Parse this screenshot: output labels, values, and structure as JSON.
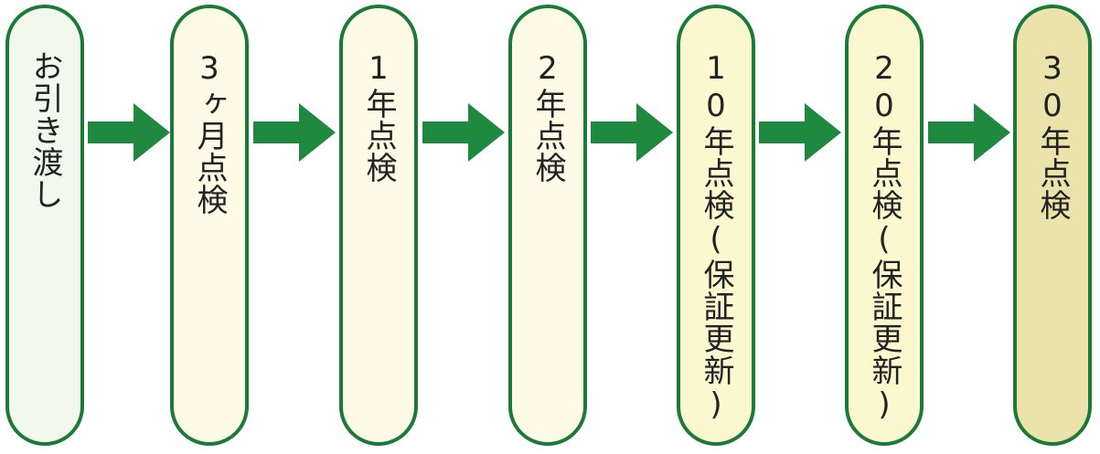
{
  "stages": [
    {
      "label": "お引き渡し",
      "fill": "#f3f8ec"
    },
    {
      "label": "3ヶ月点検",
      "fill": "#fdfbe6"
    },
    {
      "label": "1年点検",
      "fill": "#fdfbe6"
    },
    {
      "label": "2年点検",
      "fill": "#fdfbe6"
    },
    {
      "label": "10年点検(保証更新)",
      "fill": "#fbf8d0"
    },
    {
      "label": "20年点検(保証更新)",
      "fill": "#fbf8d0"
    },
    {
      "label": "30年点検",
      "fill": "#ebe2ac"
    }
  ],
  "colors": {
    "border": "#1b7a3a",
    "arrow": "#1f8a3f",
    "text": "#222222"
  },
  "icons": {
    "connector": "arrow-right-icon"
  }
}
